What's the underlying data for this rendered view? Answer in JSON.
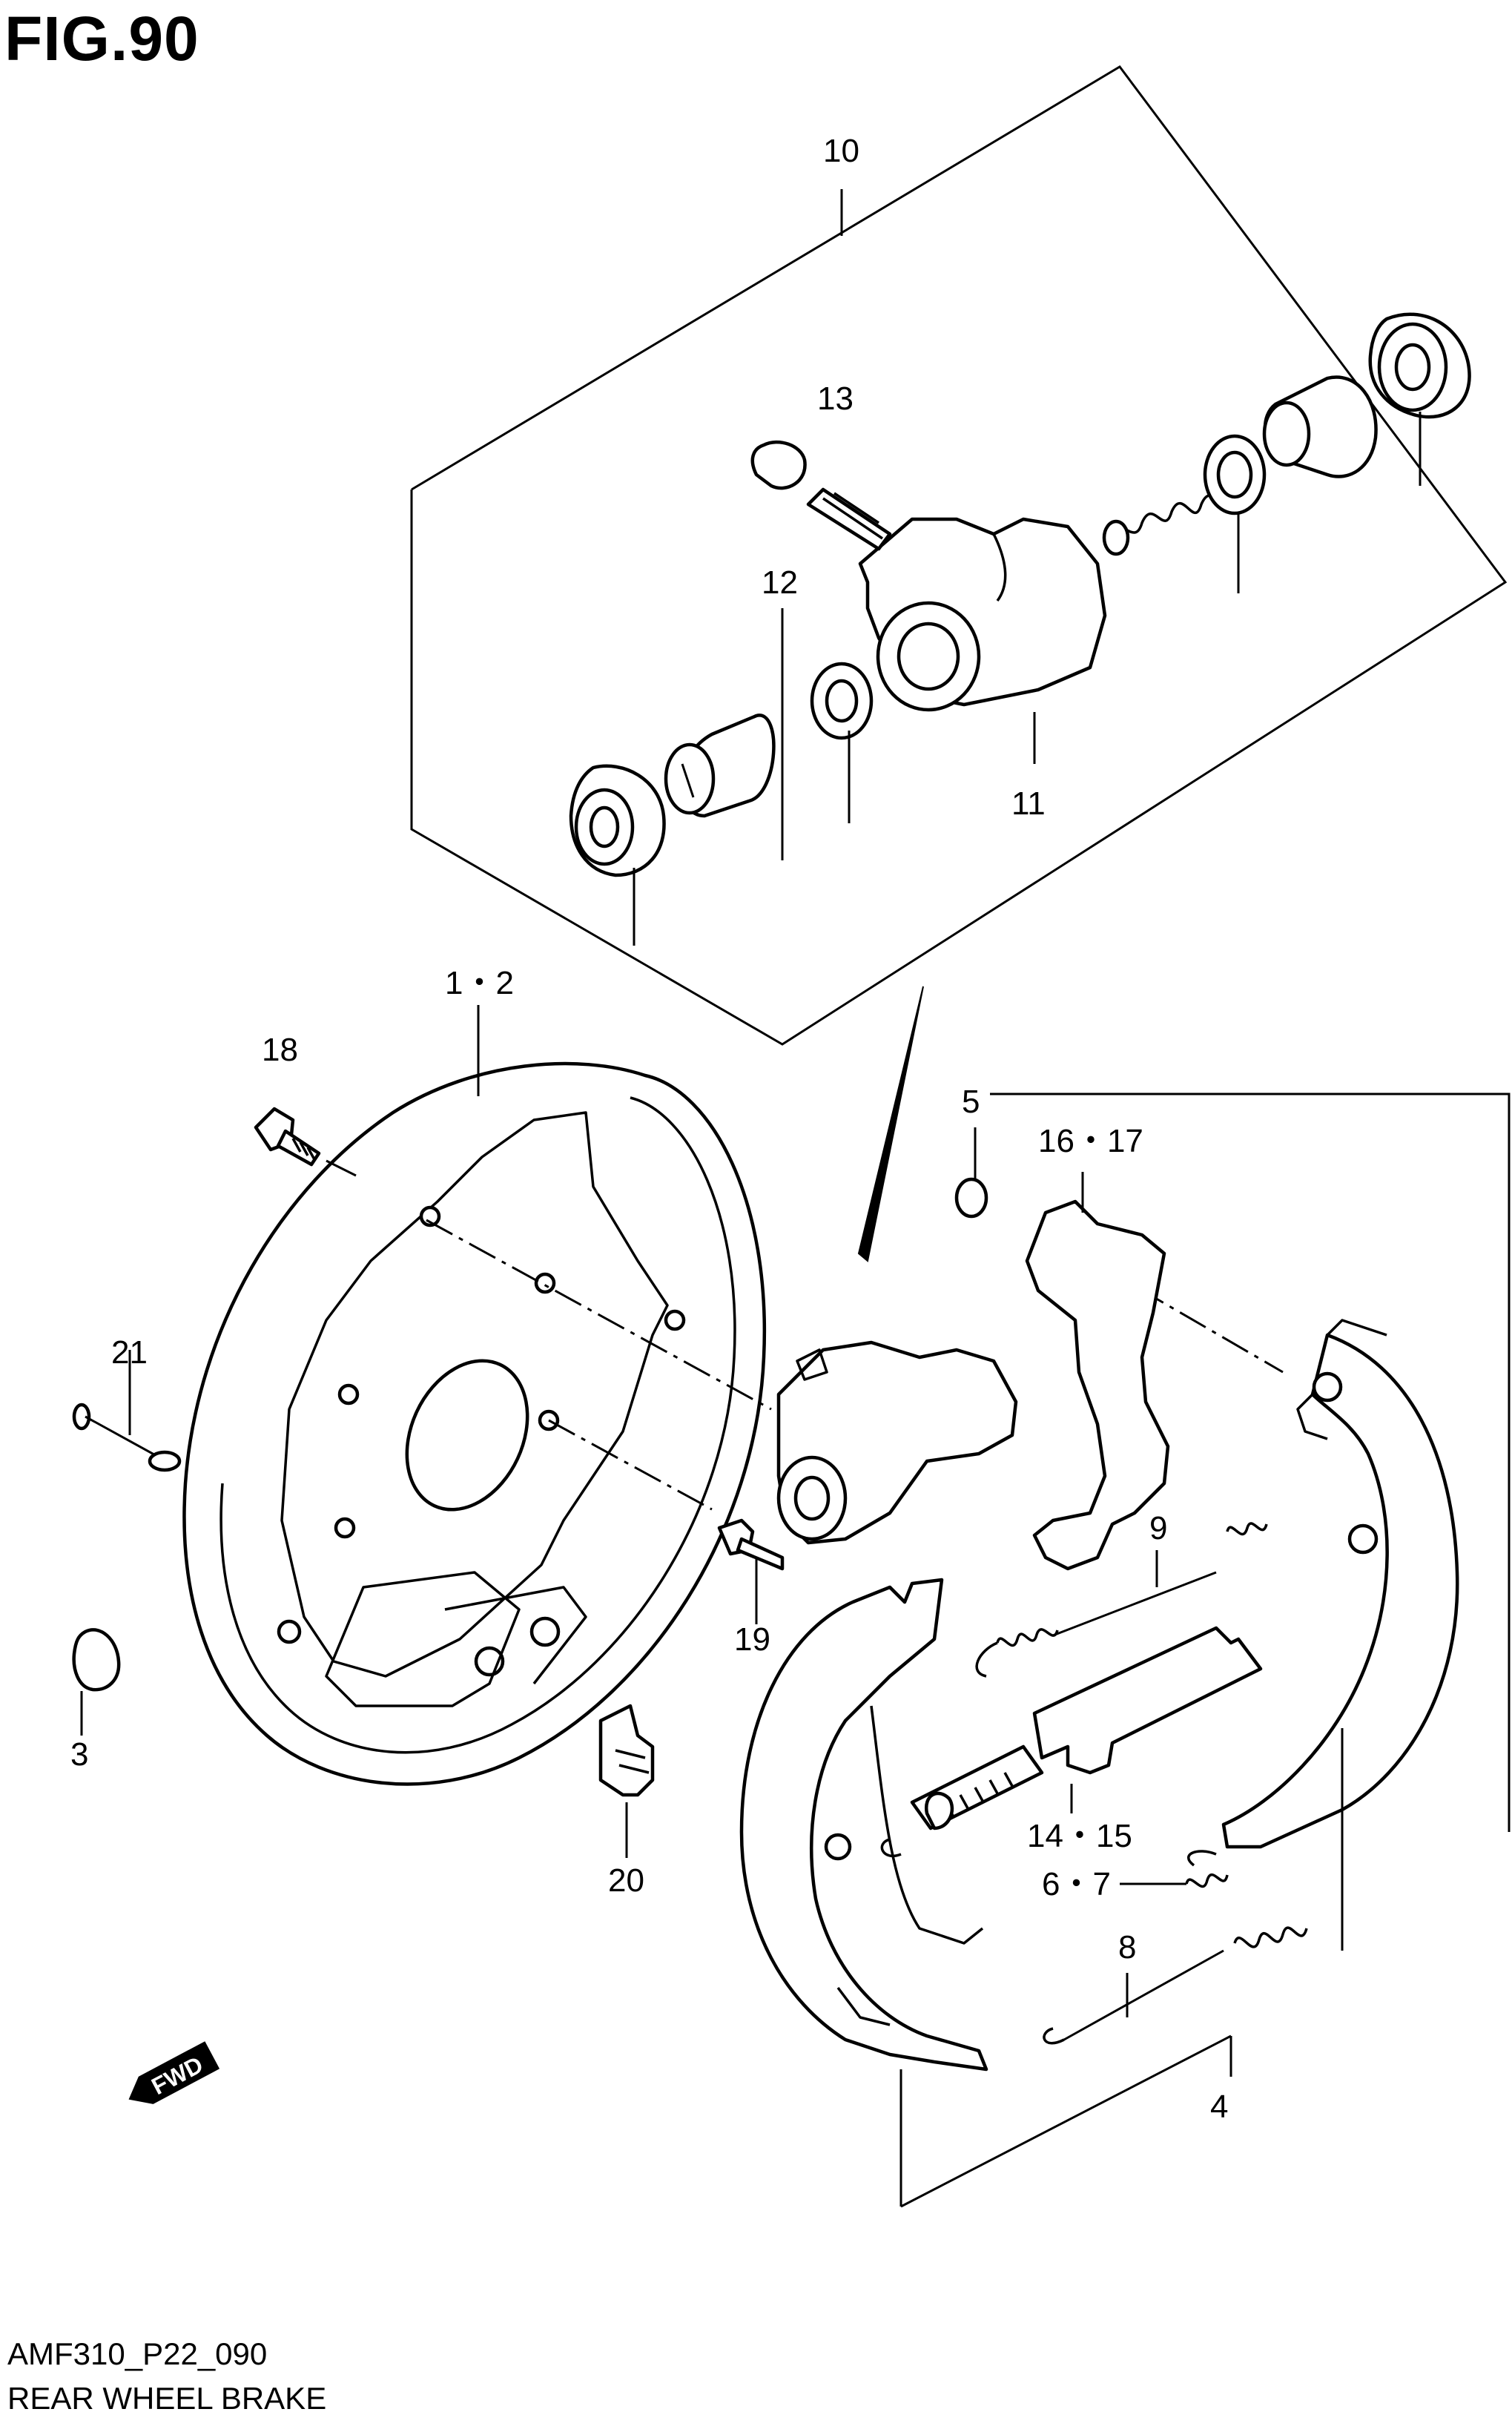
{
  "figure": {
    "title": "FIG.90",
    "code": "AMF310_P22_090",
    "name": "REAR WHEEL BRAKE"
  },
  "callouts": {
    "c10": "10",
    "c13": "13",
    "c12": "12",
    "c11": "11",
    "c1_2": "1・2",
    "c18": "18",
    "c5": "5",
    "c16_17": "16・17",
    "c21": "21",
    "c9": "9",
    "c3": "3",
    "c19": "19",
    "c20": "20",
    "c14_15": "14・15",
    "c6_7": "6・7",
    "c8": "8",
    "c4": "4"
  },
  "fwd_badge": "FWD"
}
